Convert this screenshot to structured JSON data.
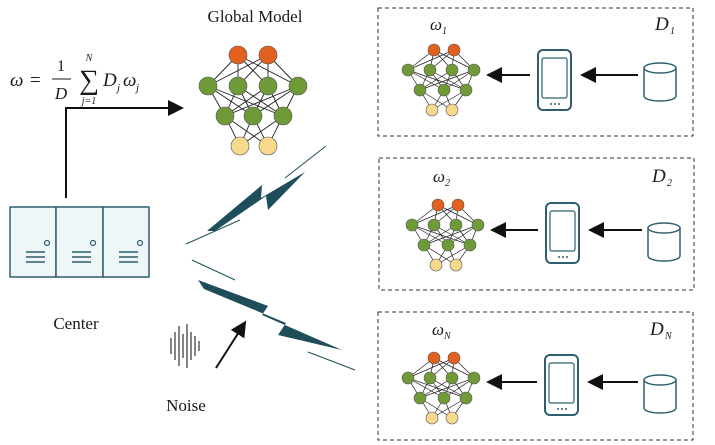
{
  "labels": {
    "global_model": "Global Model",
    "center": "Center",
    "noise": "Noise"
  },
  "formula": {
    "lhs": "ω",
    "eq": "=",
    "frac_num": "1",
    "frac_den": "D",
    "sum_upper": "N",
    "sum_lower": "j=1",
    "term": "D",
    "term_sub": "j",
    "term_w": "ω",
    "term_w_sub": "j"
  },
  "clients": [
    {
      "weight": "ω",
      "weight_sub": "1",
      "data": "D",
      "data_sub": "1"
    },
    {
      "weight": "ω",
      "weight_sub": "2",
      "data": "D",
      "data_sub": "2"
    },
    {
      "weight": "ω",
      "weight_sub": "N",
      "data": "D",
      "data_sub": "N"
    }
  ],
  "colors": {
    "output_node": "#e2611f",
    "hidden_node": "#6f9a38",
    "input_node": "#f6d98a",
    "server_fill": "#eef6f8",
    "server_stroke": "#2f5f6e",
    "lightning": "#1d4e5a",
    "arrow": "#111111"
  },
  "icons": [
    "server-icon",
    "phone-icon",
    "database-icon",
    "lightning-icon",
    "noise-waveform-icon"
  ]
}
